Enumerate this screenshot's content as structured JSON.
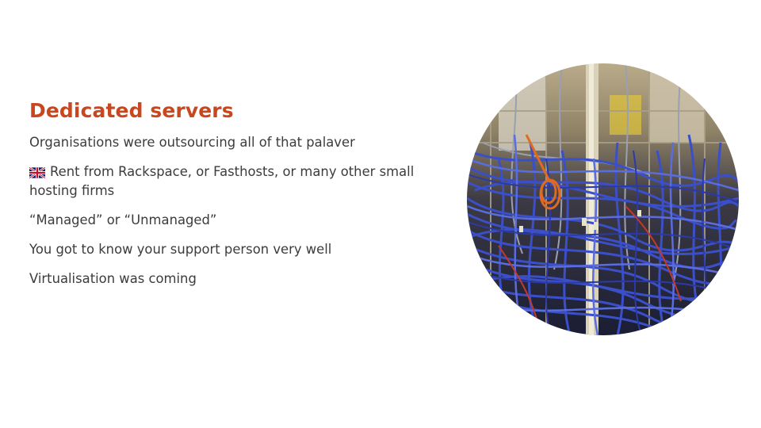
{
  "slide": {
    "title": "Dedicated servers",
    "bullets": [
      "Organisations were outsourcing all of that palaver",
      "Rent from Rackspace, or Fasthosts, or many other small hosting firms",
      "“Managed” or “Unmanaged”",
      "You got to know your support person very well",
      "Virtualisation was coming"
    ],
    "icons": {
      "bullet_2": "uk-flag-icon"
    },
    "colors": {
      "title": "#c9471f",
      "body_text": "#3c3c3c",
      "background": "#ffffff"
    },
    "image": {
      "shape": "circle"
    }
  }
}
